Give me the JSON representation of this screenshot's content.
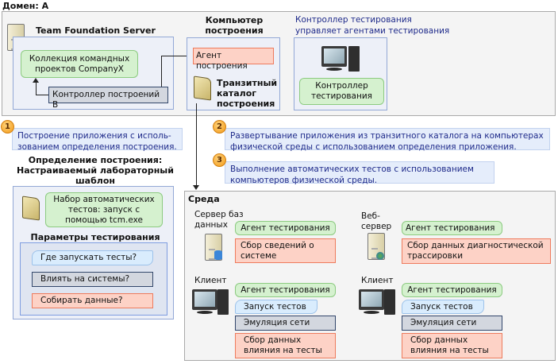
{
  "domain": {
    "title": "Домен: A",
    "tfs": {
      "title": "Team Foundation Server",
      "collection": "Коллекция командных проектов CompanyX",
      "build_controller": "Контроллер построений B"
    },
    "build_computer": {
      "title": "Компьютер построения",
      "agent": "Агент построения",
      "drop_folder": "Транзитный каталог построения"
    },
    "test_controller": {
      "caption": "Контроллер тестирования управляет агентами тестирования",
      "label": "Контроллер тестирования"
    }
  },
  "steps": [
    {
      "number": "1",
      "text": "Построение приложения с исполь-зованием определения построения."
    },
    {
      "number": "2",
      "text": "Развертывание приложения из транзитного каталога на компьютерах физической среды с использованием определения приложения."
    },
    {
      "number": "3",
      "text": "Выполнение автоматических тестов с использованием компьютеров физической среды."
    }
  ],
  "build_definition": {
    "title": "Определение построения: Настраиваемый лабораторный шаблон",
    "test_suite": "Набор автоматических тестов: запуск с помощью tcm.exe",
    "params_title": "Параметры тестирования",
    "params": [
      "Где запускать тесты?",
      "Влиять на системы?",
      "Собирать данные?"
    ]
  },
  "environment": {
    "title": "Среда",
    "db_server": {
      "label": "Сервер баз данных",
      "agent": "Агент тестирования",
      "collector": "Сбор сведений о системе"
    },
    "web_server": {
      "label": "Веб-сервер",
      "agent": "Агент тестирования",
      "collector": "Сбор данных диагностической трассировки"
    },
    "clients": [
      {
        "label": "Клиент",
        "agent": "Агент тестирования",
        "run": "Запуск тестов",
        "network": "Эмуляция сети",
        "collector": "Сбор данных влияния на тесты"
      },
      {
        "label": "Клиент",
        "agent": "Агент тестирования",
        "run": "Запуск тестов",
        "network": "Эмуляция сети",
        "collector": "Сбор данных влияния на тесты"
      }
    ]
  },
  "colors": {
    "green": "#d5f1cf",
    "pink": "#fdd2c6",
    "gray": "#d3d7df",
    "blue": "#d9ecfd",
    "note_text": "#1e2a8a"
  }
}
